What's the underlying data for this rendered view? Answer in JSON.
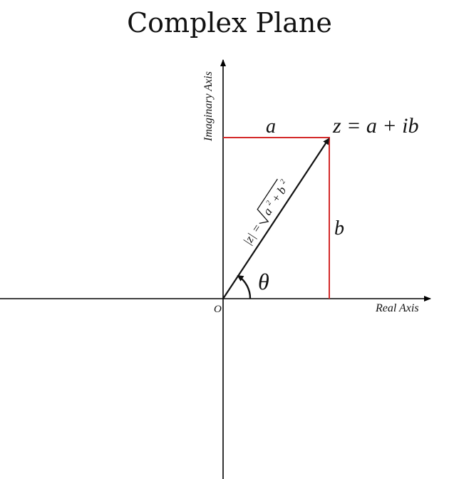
{
  "title": "Complex Plane",
  "axes": {
    "x_label": "Real Axis",
    "y_label": "Imaginary Axis",
    "origin_label": "O"
  },
  "labels": {
    "point": "z = a + ib",
    "horizontal_leg": "a",
    "vertical_leg": "b",
    "angle": "θ",
    "modulus_lhs": "|z| = ",
    "modulus_a": "a",
    "modulus_plus": " + ",
    "modulus_b": "b",
    "exponent": "2"
  },
  "colors": {
    "axis": "#000000",
    "vector": "#111111",
    "projection": "#d42a2a",
    "text": "#111111"
  }
}
